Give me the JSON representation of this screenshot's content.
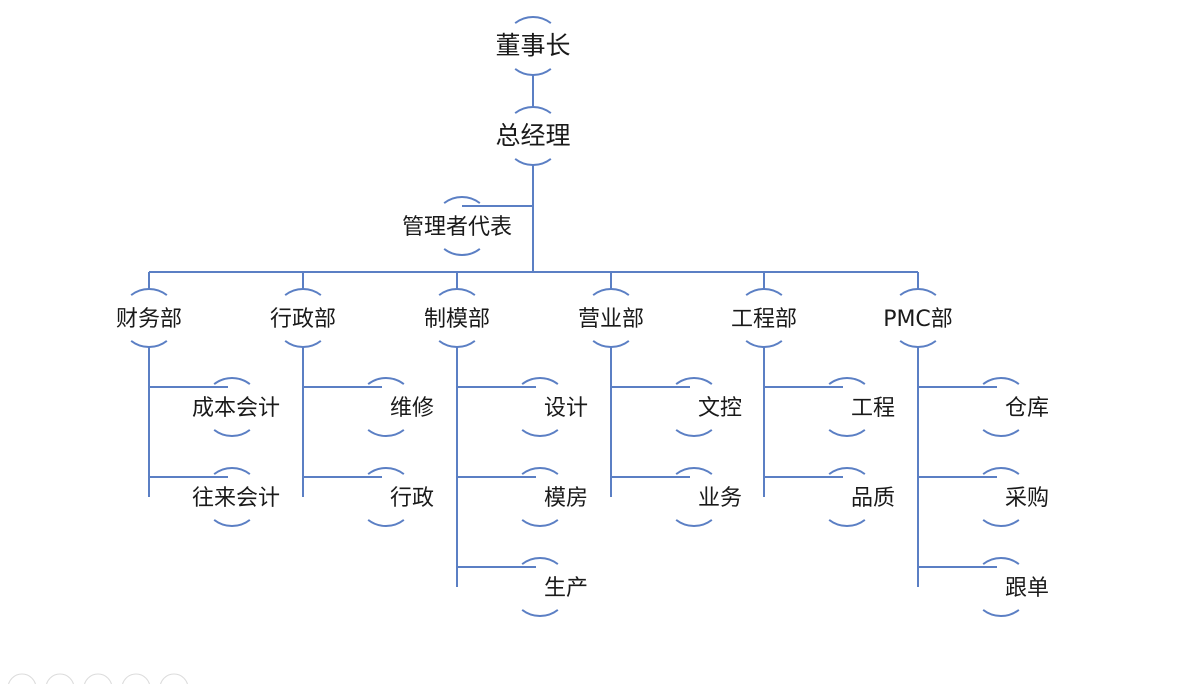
{
  "org_chart": {
    "top": [
      {
        "id": "chairman",
        "label": "董事长"
      },
      {
        "id": "gm",
        "label": "总经理"
      }
    ],
    "assistant": {
      "id": "mgmt-rep",
      "label": "管理者代表"
    },
    "departments": [
      {
        "id": "finance",
        "label": "财务部",
        "children": [
          "成本会计",
          "往来会计"
        ]
      },
      {
        "id": "admin",
        "label": "行政部",
        "children": [
          "维修",
          "行政"
        ]
      },
      {
        "id": "mold",
        "label": "制模部",
        "children": [
          "设计",
          "模房",
          "生产"
        ]
      },
      {
        "id": "sales",
        "label": "营业部",
        "children": [
          "文控",
          "业务"
        ]
      },
      {
        "id": "engineering",
        "label": "工程部",
        "children": [
          "工程",
          "品质"
        ]
      },
      {
        "id": "pmc",
        "label": "PMC部",
        "children": [
          "仓库",
          "采购",
          "跟单"
        ]
      }
    ]
  },
  "colors": {
    "line": "#5b7fc4",
    "text": "#1a1a1a",
    "background": "#ffffff"
  },
  "controls": [
    "zoom-out-icon",
    "zoom-in-icon",
    "grid-icon",
    "search-icon",
    "close-icon"
  ]
}
